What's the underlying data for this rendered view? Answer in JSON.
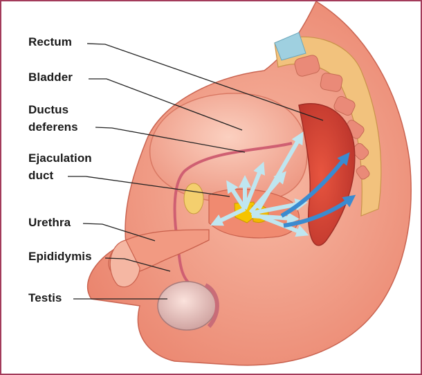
{
  "labels": {
    "rectum": "Rectum",
    "bladder": "Bladder",
    "ductus_line1": "Ductus",
    "ductus_line2": "deferens",
    "ejaculation_line1": "Ejaculation",
    "ejaculation_line2": "duct",
    "urethra": "Urethra",
    "epididymis": "Epididymis",
    "testis": "Testis"
  },
  "colors": {
    "frame": "#a33a5a",
    "tissue": "#f4a089",
    "tissue_dark": "#d9604f",
    "spine": "#f0c98a",
    "gland": "#f5c400",
    "arrow": "#9fd8e8",
    "arrow_blue": "#2f7fc4"
  }
}
